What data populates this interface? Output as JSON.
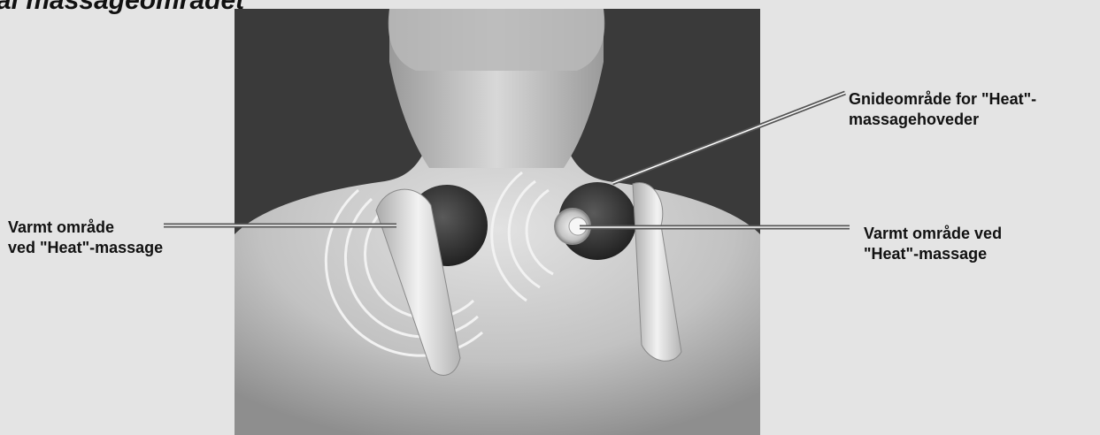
{
  "title": "al massageområdet",
  "labels": {
    "left": {
      "line1": "Varmt område",
      "line2": "ved \"Heat\"-massage"
    },
    "right_top": {
      "line1": "Gnideområde for \"Heat\"-",
      "line2": "massagehoveder"
    },
    "right_bottom": {
      "line1": "Varmt område ved",
      "line2": "\"Heat\"-massage"
    }
  },
  "colors": {
    "background": "#e4e4e4",
    "panel": "#3a3a3a",
    "body": "#c8c8c8",
    "head": "#2e2e2e",
    "leader": "#555555"
  }
}
